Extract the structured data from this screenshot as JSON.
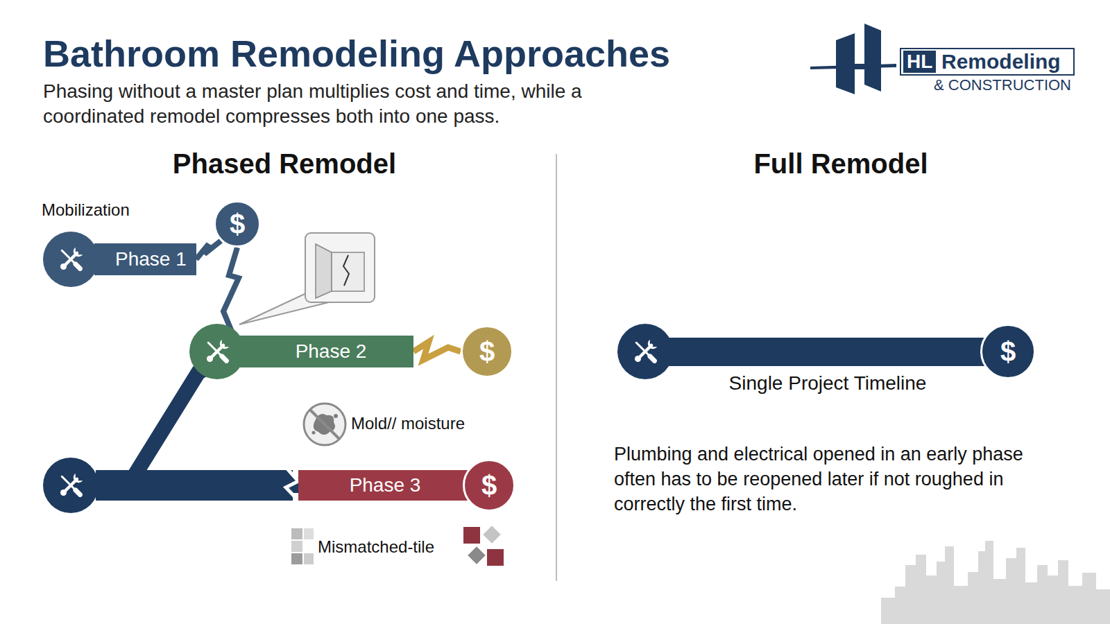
{
  "diagram": {
    "title": "Bathroom Remodeling Approaches",
    "caption": "Phasing without a master plan multiplies cost and time, while a coordinated remodel compresses both into one pass.",
    "nodes": [
      {
        "text": [
          "Phase 1"
        ]
      },
      {
        "text": [
          "$"
        ]
      },
      {
        "text": [
          "Phase 2"
        ]
      },
      {
        "text": [
          "$"
        ]
      },
      {
        "text": [
          "Phase 3"
        ]
      },
      {
        "text": [
          "$"
        ]
      },
      {
        "text": [
          "Single Project Timeline"
        ]
      },
      {
        "text": [
          "$"
        ]
      }
    ],
    "edges": [
      {
        "from": 0,
        "to": 1,
        "arrow": "none"
      },
      {
        "from": 1,
        "to": 2,
        "arrow": "none"
      },
      {
        "from": 2,
        "to": 3,
        "arrow": "none"
      },
      {
        "from": 2,
        "to": 4,
        "arrow": "none"
      }
    ],
    "labels": [
      "HL",
      "Remodeling",
      "& CONSTRUCTION",
      "Phased Remodel",
      "Mobilization",
      "Mold// moisture",
      "Mismatched-tile",
      "Full Remodel",
      "Plumbing and electrical opened in an early phase often has to be reopened later if not roughed in correctly the first time."
    ]
  }
}
